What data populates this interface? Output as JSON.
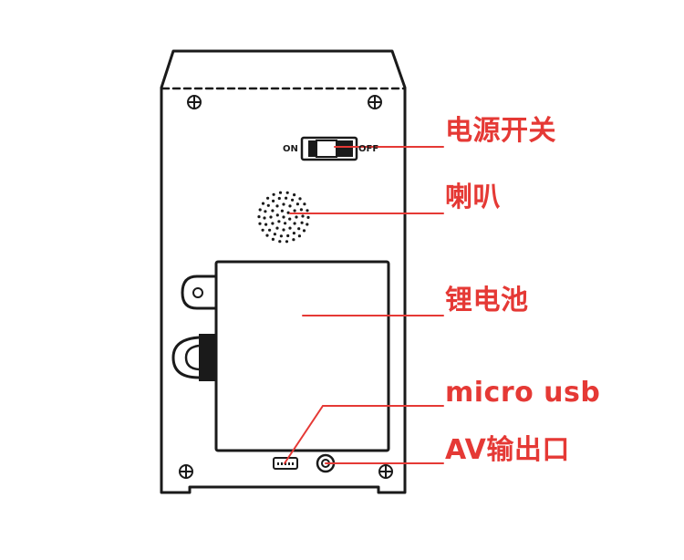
{
  "colors": {
    "ink": "#1a1a1a",
    "accent": "#e53935",
    "background": "#ffffff"
  },
  "switch": {
    "on_label": "ON",
    "off_label": "OFF"
  },
  "callouts": [
    {
      "id": "power-switch",
      "label": "电源开关"
    },
    {
      "id": "speaker",
      "label": "喇叭"
    },
    {
      "id": "lithium-battery",
      "label": "锂电池"
    },
    {
      "id": "micro-usb",
      "label": "micro usb"
    },
    {
      "id": "av-output",
      "label": "AV输出口"
    }
  ]
}
